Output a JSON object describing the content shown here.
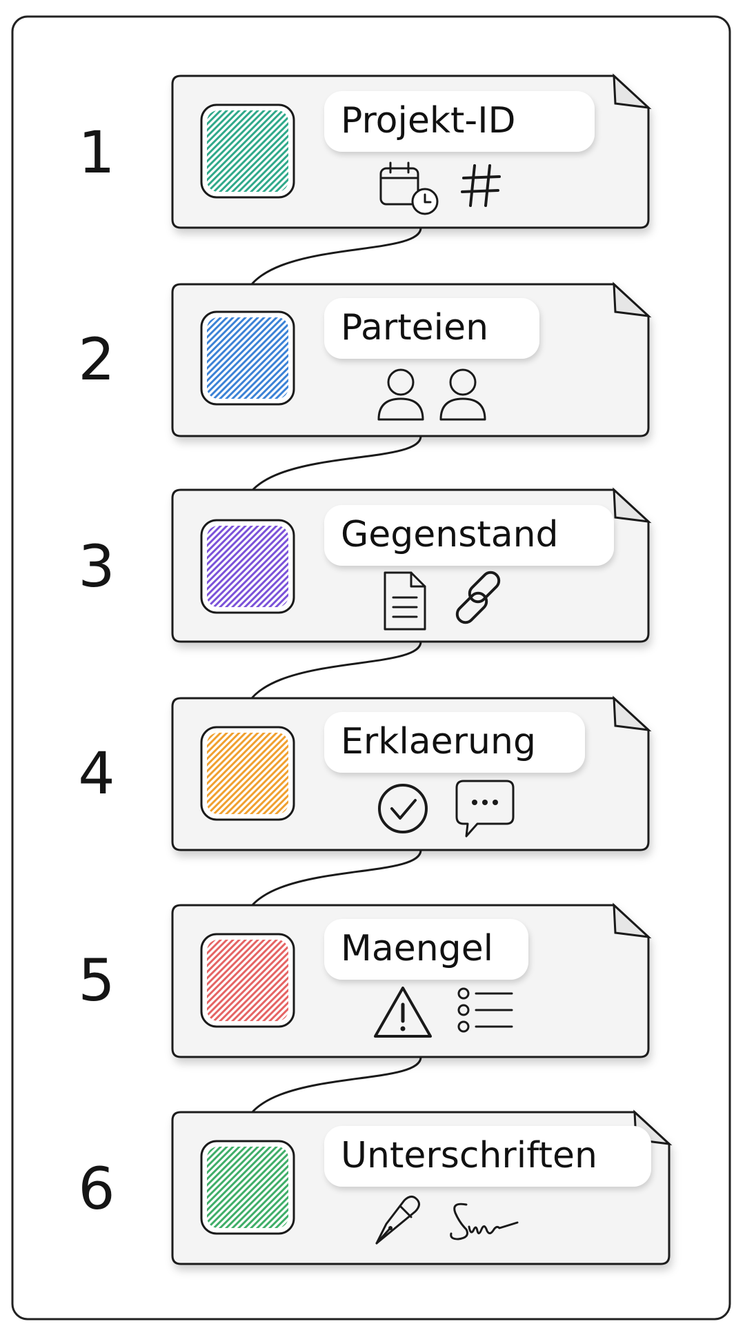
{
  "steps": [
    {
      "number": "1",
      "label": "Projekt-ID",
      "color": "#2fa98a",
      "icons": [
        "calendar-clock-icon",
        "hash-icon"
      ]
    },
    {
      "number": "2",
      "label": "Parteien",
      "color": "#3b82d6",
      "icons": [
        "person-icon",
        "person-icon"
      ]
    },
    {
      "number": "3",
      "label": "Gegenstand",
      "color": "#7b52d9",
      "icons": [
        "document-icon",
        "link-icon"
      ]
    },
    {
      "number": "4",
      "label": "Erklaerung",
      "color": "#f0a02f",
      "icons": [
        "check-circle-icon",
        "chat-bubble-icon"
      ]
    },
    {
      "number": "5",
      "label": "Maengel",
      "color": "#e56464",
      "icons": [
        "warning-icon",
        "list-icon"
      ]
    },
    {
      "number": "6",
      "label": "Unterschriften",
      "color": "#3fae68",
      "icons": [
        "fountain-pen-icon",
        "signature-icon"
      ]
    }
  ]
}
